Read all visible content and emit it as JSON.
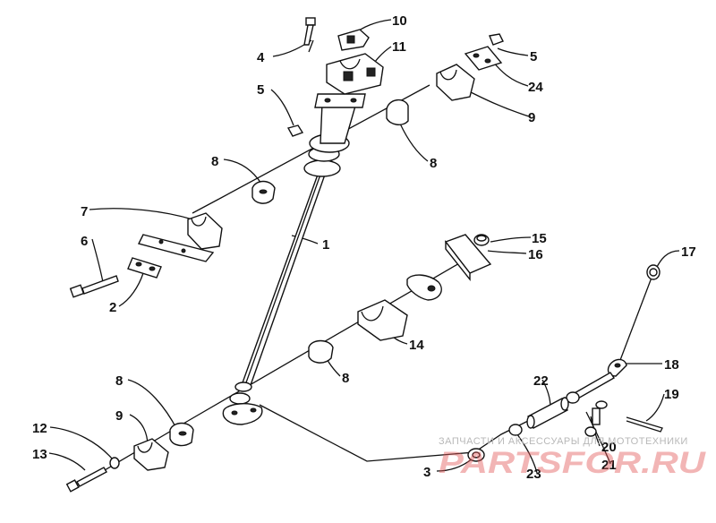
{
  "callouts": [
    "1",
    "2",
    "3",
    "4",
    "5",
    "5",
    "6",
    "7",
    "8",
    "8",
    "8",
    "9",
    "9",
    "10",
    "11",
    "12",
    "13",
    "14",
    "15",
    "16",
    "17",
    "18",
    "19",
    "20",
    "21",
    "22",
    "23",
    "24"
  ],
  "watermark": {
    "caption": "ЗАПЧАСТИ И АКСЕССУАРЫ ДЛЯ МОТОТЕХНИКИ",
    "brand": "PARTSFOR.RU"
  }
}
